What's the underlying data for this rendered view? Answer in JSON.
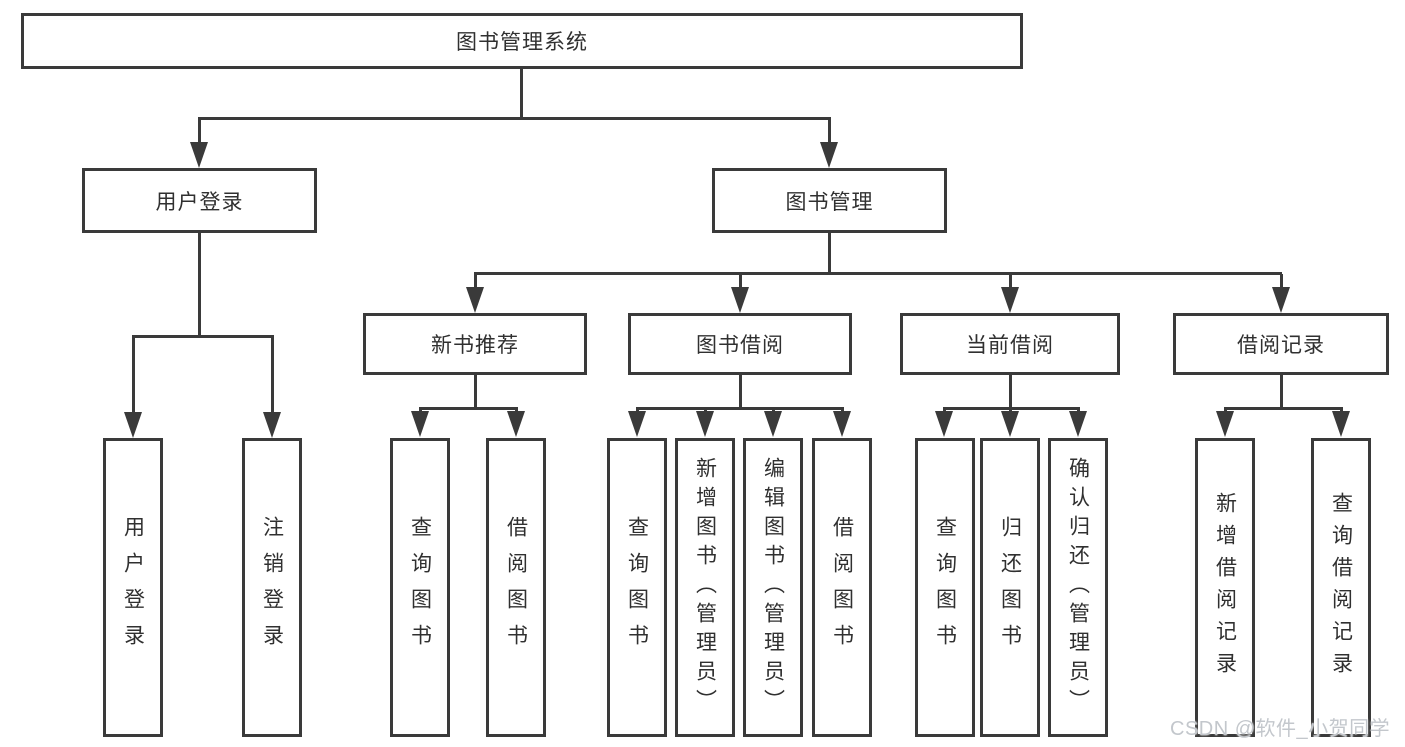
{
  "root": {
    "label": "图书管理系统"
  },
  "level2": [
    {
      "label": "用户登录"
    },
    {
      "label": "图书管理"
    }
  ],
  "level3": [
    {
      "label": "新书推荐"
    },
    {
      "label": "图书借阅"
    },
    {
      "label": "当前借阅"
    },
    {
      "label": "借阅记录"
    }
  ],
  "leaves": [
    {
      "label": "用户登录"
    },
    {
      "label": "注销登录"
    },
    {
      "label": "查询图书"
    },
    {
      "label": "借阅图书"
    },
    {
      "label": "查询图书"
    },
    {
      "label": "新增图书（管理员）"
    },
    {
      "label": "编辑图书（管理员）"
    },
    {
      "label": "借阅图书"
    },
    {
      "label": "查询图书"
    },
    {
      "label": "归还图书"
    },
    {
      "label": "确认归还（管理员）"
    },
    {
      "label": "新增借阅记录"
    },
    {
      "label": "查询借阅记录"
    }
  ],
  "watermark": {
    "text": "CSDN @软件_小贺同学"
  },
  "colors": {
    "line": "#3a3a3a",
    "text": "#303030",
    "watermark": "#c3c7cc"
  }
}
